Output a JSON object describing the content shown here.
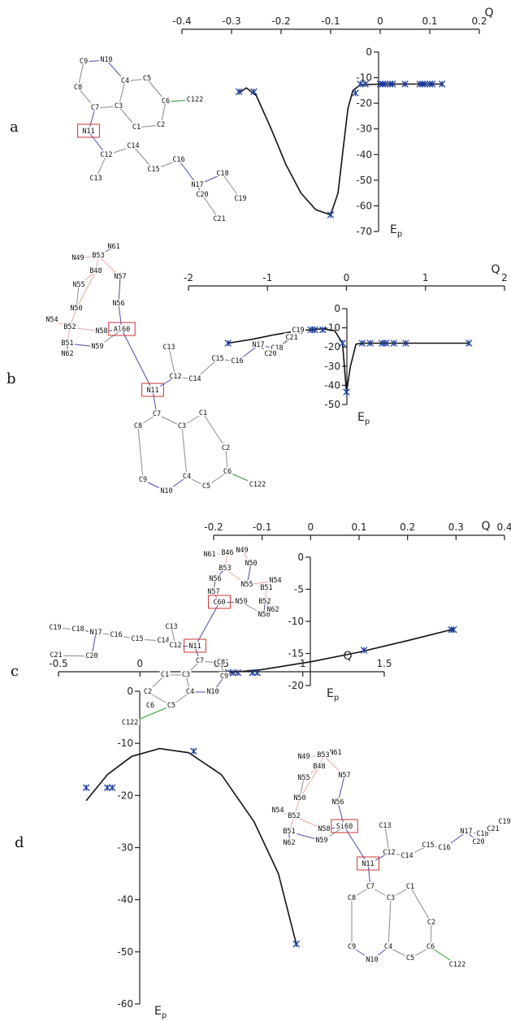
{
  "chart_data": [
    {
      "type": "scatter",
      "panel_label": "a",
      "xlabel": "Q",
      "ylabel_main": "E",
      "ylabel_sub": "p",
      "xlim": [
        -0.4,
        0.2
      ],
      "ylim": [
        -70,
        0
      ],
      "xticks": [
        -0.4,
        -0.3,
        -0.2,
        -0.1,
        0,
        0.1,
        0.2
      ],
      "xtick_labels": [
        "-0.4",
        "-0.3",
        "-0.2",
        "-0.1",
        "0",
        "0.1",
        "0.2"
      ],
      "yticks": [
        0,
        -10,
        -20,
        -30,
        -40,
        -50,
        -60,
        -70
      ],
      "ytick_labels": [
        "0",
        "-10",
        "-20",
        "-30",
        "-40",
        "-50",
        "-60",
        "-70"
      ],
      "points": [
        {
          "x": -0.285,
          "y": -15.5
        },
        {
          "x": -0.255,
          "y": -15.5
        },
        {
          "x": -0.1,
          "y": -63.5
        },
        {
          "x": -0.05,
          "y": -16
        },
        {
          "x": -0.04,
          "y": -12.5
        },
        {
          "x": -0.03,
          "y": -12.5
        },
        {
          "x": 0.0,
          "y": -12.5
        },
        {
          "x": 0.005,
          "y": -12.5
        },
        {
          "x": 0.01,
          "y": -12.5
        },
        {
          "x": 0.02,
          "y": -12.5
        },
        {
          "x": 0.025,
          "y": -12.5
        },
        {
          "x": 0.05,
          "y": -12.5
        },
        {
          "x": 0.08,
          "y": -12.5
        },
        {
          "x": 0.085,
          "y": -12.5
        },
        {
          "x": 0.09,
          "y": -12.5
        },
        {
          "x": 0.1,
          "y": -12.5
        },
        {
          "x": 0.105,
          "y": -12.5
        },
        {
          "x": 0.125,
          "y": -12.5
        }
      ],
      "curve": [
        {
          "x": -0.285,
          "y": -16
        },
        {
          "x": -0.27,
          "y": -14
        },
        {
          "x": -0.25,
          "y": -17
        },
        {
          "x": -0.22,
          "y": -30
        },
        {
          "x": -0.19,
          "y": -44
        },
        {
          "x": -0.16,
          "y": -55
        },
        {
          "x": -0.13,
          "y": -61.5
        },
        {
          "x": -0.1,
          "y": -63.5
        },
        {
          "x": -0.085,
          "y": -55
        },
        {
          "x": -0.075,
          "y": -38
        },
        {
          "x": -0.065,
          "y": -22
        },
        {
          "x": -0.055,
          "y": -15
        },
        {
          "x": -0.04,
          "y": -12.8
        },
        {
          "x": 0.0,
          "y": -12.5
        },
        {
          "x": 0.125,
          "y": -12.5
        }
      ]
    },
    {
      "type": "scatter",
      "panel_label": "b",
      "xlabel": "Q",
      "ylabel_main": "E",
      "ylabel_sub": "p",
      "xlim": [
        -2,
        2
      ],
      "ylim": [
        -50,
        0
      ],
      "xticks": [
        -2,
        -1,
        0,
        1,
        2
      ],
      "xtick_labels": [
        "-2",
        "-1",
        "0",
        "1",
        "2"
      ],
      "yticks": [
        0,
        -10,
        -20,
        -30,
        -40,
        -50
      ],
      "ytick_labels": [
        "0",
        "-10",
        "-20",
        "-30",
        "-40",
        "-50"
      ],
      "points": [
        {
          "x": -1.5,
          "y": -18
        },
        {
          "x": -0.6,
          "y": -11.5
        },
        {
          "x": -0.45,
          "y": -11
        },
        {
          "x": -0.4,
          "y": -11
        },
        {
          "x": -0.3,
          "y": -11
        },
        {
          "x": -0.05,
          "y": -18
        },
        {
          "x": 0.0,
          "y": -43.5
        },
        {
          "x": 0.2,
          "y": -18
        },
        {
          "x": 0.3,
          "y": -18
        },
        {
          "x": 0.45,
          "y": -18
        },
        {
          "x": 0.5,
          "y": -18
        },
        {
          "x": 0.6,
          "y": -18
        },
        {
          "x": 0.75,
          "y": -18
        },
        {
          "x": 1.55,
          "y": -18
        }
      ],
      "curve": [
        {
          "x": -1.5,
          "y": -18
        },
        {
          "x": -1.2,
          "y": -16
        },
        {
          "x": -0.9,
          "y": -13.5
        },
        {
          "x": -0.6,
          "y": -11.5
        },
        {
          "x": -0.3,
          "y": -10.5
        },
        {
          "x": -0.15,
          "y": -11.5
        },
        {
          "x": -0.05,
          "y": -18
        },
        {
          "x": 0.0,
          "y": -43.5
        },
        {
          "x": 0.05,
          "y": -30
        },
        {
          "x": 0.12,
          "y": -18.5
        },
        {
          "x": 0.2,
          "y": -18
        },
        {
          "x": 0.6,
          "y": -18
        },
        {
          "x": 1.55,
          "y": -18
        }
      ]
    },
    {
      "type": "scatter",
      "panel_label": "c",
      "xlabel": "Q",
      "ylabel_main": "E",
      "ylabel_sub": "p",
      "xlim": [
        -0.2,
        0.4
      ],
      "ylim": [
        -20,
        0
      ],
      "xticks": [
        -0.2,
        -0.1,
        0,
        0.1,
        0.2,
        0.3,
        0.4
      ],
      "xtick_labels": [
        "-0.2",
        "-0.1",
        "0",
        "0.1",
        "0.2",
        "0.3",
        "0.4"
      ],
      "yticks": [
        0,
        -5,
        -10,
        -15,
        -20
      ],
      "ytick_labels": [
        "0",
        "-5",
        "-10",
        "-15",
        "-20"
      ],
      "points": [
        {
          "x": -0.17,
          "y": -18
        },
        {
          "x": -0.16,
          "y": -18
        },
        {
          "x": -0.15,
          "y": -18
        },
        {
          "x": -0.12,
          "y": -18
        },
        {
          "x": -0.11,
          "y": -18
        },
        {
          "x": 0.11,
          "y": -14.5
        },
        {
          "x": 0.29,
          "y": -11.3
        },
        {
          "x": 0.295,
          "y": -11.3
        }
      ],
      "curve": [
        {
          "x": -0.17,
          "y": -18
        },
        {
          "x": -0.1,
          "y": -17.5
        },
        {
          "x": 0.0,
          "y": -16.3
        },
        {
          "x": 0.1,
          "y": -14.8
        },
        {
          "x": 0.2,
          "y": -13.0
        },
        {
          "x": 0.295,
          "y": -11.2
        }
      ]
    },
    {
      "type": "scatter",
      "panel_label": "d",
      "xlabel": "Q",
      "ylabel_main": "E",
      "ylabel_sub": "p",
      "xlim": [
        -0.5,
        1.5
      ],
      "ylim": [
        -60,
        0
      ],
      "xticks": [
        -0.5,
        0,
        0.5,
        1,
        1.5
      ],
      "xtick_labels": [
        "-0.5",
        "0",
        "0.5",
        "1",
        "1.5"
      ],
      "yticks": [
        0,
        -10,
        -20,
        -30,
        -40,
        -50,
        -60
      ],
      "ytick_labels": [
        "0",
        "-10",
        "-20",
        "-30",
        "-40",
        "-50",
        "-60"
      ],
      "points": [
        {
          "x": -0.33,
          "y": -18.5
        },
        {
          "x": -0.2,
          "y": -18.5
        },
        {
          "x": -0.17,
          "y": -18.5
        },
        {
          "x": 0.33,
          "y": -11.5
        },
        {
          "x": 0.96,
          "y": -48.5
        }
      ],
      "curve": [
        {
          "x": -0.33,
          "y": -21
        },
        {
          "x": -0.2,
          "y": -16
        },
        {
          "x": -0.05,
          "y": -12.5
        },
        {
          "x": 0.12,
          "y": -11
        },
        {
          "x": 0.3,
          "y": -11.8
        },
        {
          "x": 0.5,
          "y": -16
        },
        {
          "x": 0.7,
          "y": -25
        },
        {
          "x": 0.85,
          "y": -35
        },
        {
          "x": 0.96,
          "y": -48.5
        }
      ]
    }
  ],
  "molecules": [
    {
      "atoms": [
        {
          "id": "N10",
          "color": "#1a1a9a"
        },
        {
          "id": "C9"
        },
        {
          "id": "C8"
        },
        {
          "id": "C4"
        },
        {
          "id": "C5"
        },
        {
          "id": "C7"
        },
        {
          "id": "C3"
        },
        {
          "id": "C6"
        },
        {
          "id": "C122",
          "color": "#1a8a1a"
        },
        {
          "id": "N11",
          "box": true
        },
        {
          "id": "C1"
        },
        {
          "id": "C2"
        },
        {
          "id": "C14"
        },
        {
          "id": "C12"
        },
        {
          "id": "C15"
        },
        {
          "id": "C13"
        },
        {
          "id": "C16"
        },
        {
          "id": "C18"
        },
        {
          "id": "N17",
          "color": "#1a1a9a"
        },
        {
          "id": "C20"
        },
        {
          "id": "C19"
        },
        {
          "id": "C21"
        }
      ]
    },
    {
      "atoms": [
        {
          "id": "N61"
        },
        {
          "id": "N49"
        },
        {
          "id": "B53"
        },
        {
          "id": "B48"
        },
        {
          "id": "N55"
        },
        {
          "id": "N57"
        },
        {
          "id": "N50"
        },
        {
          "id": "N56"
        },
        {
          "id": "N54"
        },
        {
          "id": "B52"
        },
        {
          "id": "N58"
        },
        {
          "id": "Al60",
          "box": true
        },
        {
          "id": "B51"
        },
        {
          "id": "N59"
        },
        {
          "id": "N62"
        },
        {
          "id": "C13"
        },
        {
          "id": "C12"
        },
        {
          "id": "C14"
        },
        {
          "id": "N11",
          "box": true
        },
        {
          "id": "C15"
        },
        {
          "id": "C16"
        },
        {
          "id": "N17"
        },
        {
          "id": "C18"
        },
        {
          "id": "C20"
        },
        {
          "id": "C21"
        },
        {
          "id": "C19"
        },
        {
          "id": "C7"
        },
        {
          "id": "C1"
        },
        {
          "id": "C8"
        },
        {
          "id": "C3"
        },
        {
          "id": "C2"
        },
        {
          "id": "C4"
        },
        {
          "id": "C6"
        },
        {
          "id": "C9"
        },
        {
          "id": "N10"
        },
        {
          "id": "C5"
        },
        {
          "id": "C122",
          "color": "#1a8a1a"
        }
      ]
    },
    {
      "atoms": [
        {
          "id": "N61"
        },
        {
          "id": "B46"
        },
        {
          "id": "N49"
        },
        {
          "id": "B53"
        },
        {
          "id": "N50"
        },
        {
          "id": "N56"
        },
        {
          "id": "N55"
        },
        {
          "id": "N54"
        },
        {
          "id": "B51"
        },
        {
          "id": "N57"
        },
        {
          "id": "C60",
          "box": true
        },
        {
          "id": "N59"
        },
        {
          "id": "B52"
        },
        {
          "id": "N58"
        },
        {
          "id": "N62"
        },
        {
          "id": "C19"
        },
        {
          "id": "C18"
        },
        {
          "id": "N17"
        },
        {
          "id": "C16"
        },
        {
          "id": "C15"
        },
        {
          "id": "C14"
        },
        {
          "id": "C13"
        },
        {
          "id": "C12"
        },
        {
          "id": "N11",
          "box": true
        },
        {
          "id": "C7"
        },
        {
          "id": "C8"
        },
        {
          "id": "C21"
        },
        {
          "id": "C20"
        },
        {
          "id": "C1"
        },
        {
          "id": "C3"
        },
        {
          "id": "C9"
        },
        {
          "id": "C2"
        },
        {
          "id": "C4"
        },
        {
          "id": "N10"
        },
        {
          "id": "C6"
        },
        {
          "id": "C5"
        },
        {
          "id": "C122",
          "color": "#1a8a1a"
        }
      ]
    },
    {
      "atoms": [
        {
          "id": "N61"
        },
        {
          "id": "N49"
        },
        {
          "id": "B53"
        },
        {
          "id": "B48"
        },
        {
          "id": "N55"
        },
        {
          "id": "N57"
        },
        {
          "id": "N50"
        },
        {
          "id": "N56"
        },
        {
          "id": "N54"
        },
        {
          "id": "B52"
        },
        {
          "id": "N58"
        },
        {
          "id": "Si60",
          "box": true
        },
        {
          "id": "B51"
        },
        {
          "id": "N59"
        },
        {
          "id": "N62"
        },
        {
          "id": "C13"
        },
        {
          "id": "C12"
        },
        {
          "id": "C14"
        },
        {
          "id": "N11",
          "box": true
        },
        {
          "id": "C15"
        },
        {
          "id": "C16"
        },
        {
          "id": "N17"
        },
        {
          "id": "C18"
        },
        {
          "id": "C20"
        },
        {
          "id": "C21"
        },
        {
          "id": "C19"
        },
        {
          "id": "C7"
        },
        {
          "id": "C1"
        },
        {
          "id": "C8"
        },
        {
          "id": "C3"
        },
        {
          "id": "C2"
        },
        {
          "id": "C9"
        },
        {
          "id": "C4"
        },
        {
          "id": "C6"
        },
        {
          "id": "N10"
        },
        {
          "id": "C5"
        },
        {
          "id": "C122",
          "color": "#1a8a1a"
        }
      ]
    }
  ],
  "colors": {
    "marker": "#1f3fa0",
    "curve": "#111111",
    "axis": "#222222",
    "bond": "#8a8a8a",
    "bond_nitrogen": "#4a4ab0",
    "bond_boron": "#e8a8a0",
    "bond_chlorine": "#2a9a2a",
    "highlight_box": "#cc3333"
  }
}
